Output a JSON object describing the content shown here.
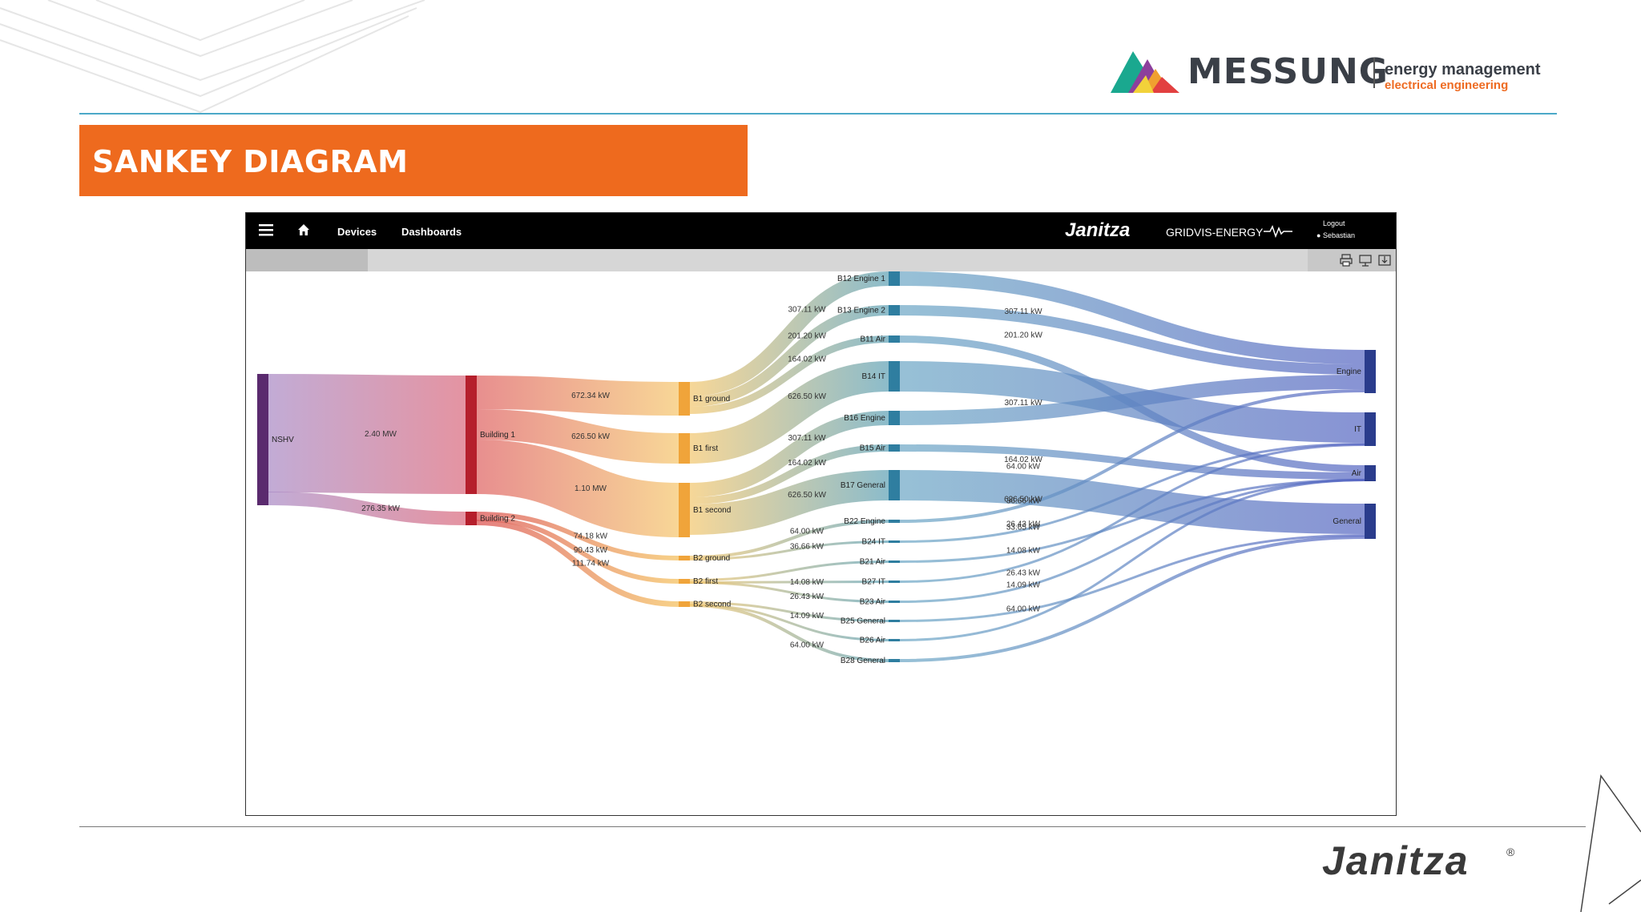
{
  "header": {
    "brand_name": "MESSUNG",
    "tagline_1": "energy management",
    "tagline_2": "electrical engineering"
  },
  "banner": {
    "title": "SANKEY DIAGRAM"
  },
  "app": {
    "nav": {
      "devices": "Devices",
      "dashboards": "Dashboards"
    },
    "brand": "Janitza",
    "product": "GRIDVIS-ENERGY",
    "logout": "Logout",
    "user": "Sebastian"
  },
  "footer": {
    "brand": "Janitza",
    "registered": "®"
  },
  "colors": {
    "accent": "#ee6a1e",
    "rule": "#4ba9c8",
    "navbar": "#000000"
  },
  "chart_data": {
    "type": "sankey",
    "nodes": [
      {
        "id": "NSHV",
        "label": "NSHV",
        "color": "#5a2a6e"
      },
      {
        "id": "B1",
        "label": "Building 1",
        "color": "#b51f2c"
      },
      {
        "id": "B2",
        "label": "Building 2",
        "color": "#b51f2c"
      },
      {
        "id": "B1G",
        "label": "B1 ground",
        "color": "#f0a43a"
      },
      {
        "id": "B1F",
        "label": "B1 first",
        "color": "#f0a43a"
      },
      {
        "id": "B1S",
        "label": "B1 second",
        "color": "#f0a43a"
      },
      {
        "id": "B2G",
        "label": "B2 ground",
        "color": "#f0a43a"
      },
      {
        "id": "B2F",
        "label": "B2 first",
        "color": "#f0a43a"
      },
      {
        "id": "B2S",
        "label": "B2 second",
        "color": "#f0a43a"
      },
      {
        "id": "B12",
        "label": "B12 Engine 1",
        "color": "#2f7ea0"
      },
      {
        "id": "B13",
        "label": "B13 Engine 2",
        "color": "#2f7ea0"
      },
      {
        "id": "B11",
        "label": "B11 Air",
        "color": "#2f7ea0"
      },
      {
        "id": "B14",
        "label": "B14 IT",
        "color": "#2f7ea0"
      },
      {
        "id": "B16",
        "label": "B16 Engine",
        "color": "#2f7ea0"
      },
      {
        "id": "B15",
        "label": "B15 Air",
        "color": "#2f7ea0"
      },
      {
        "id": "B17",
        "label": "B17 General",
        "color": "#2f7ea0"
      },
      {
        "id": "B22",
        "label": "B22 Engine",
        "color": "#2f7ea0"
      },
      {
        "id": "B24",
        "label": "B24 IT",
        "color": "#2f7ea0"
      },
      {
        "id": "B21",
        "label": "B21 Air",
        "color": "#2f7ea0"
      },
      {
        "id": "B27",
        "label": "B27 IT",
        "color": "#2f7ea0"
      },
      {
        "id": "B23",
        "label": "B23 Air",
        "color": "#2f7ea0"
      },
      {
        "id": "B25",
        "label": "B25 General",
        "color": "#2f7ea0"
      },
      {
        "id": "B26",
        "label": "B26 Air",
        "color": "#2f7ea0"
      },
      {
        "id": "B28",
        "label": "B28 General",
        "color": "#2f7ea0"
      },
      {
        "id": "ENG",
        "label": "Engine",
        "color": "#2a3c8c"
      },
      {
        "id": "IT",
        "label": "IT",
        "color": "#2a3c8c"
      },
      {
        "id": "AIR",
        "label": "Air",
        "color": "#2a3c8c"
      },
      {
        "id": "GEN",
        "label": "General",
        "color": "#2a3c8c"
      }
    ],
    "links": [
      {
        "source": "NSHV",
        "target": "B1",
        "value": "2.40 MW"
      },
      {
        "source": "NSHV",
        "target": "B2",
        "value": "276.35 kW"
      },
      {
        "source": "B1",
        "target": "B1G",
        "value": "672.34 kW"
      },
      {
        "source": "B1",
        "target": "B1F",
        "value": "626.50 kW"
      },
      {
        "source": "B1",
        "target": "B1S",
        "value": "1.10 MW"
      },
      {
        "source": "B2",
        "target": "B2G",
        "value": "74.18 kW"
      },
      {
        "source": "B2",
        "target": "B2F",
        "value": "90.43 kW"
      },
      {
        "source": "B2",
        "target": "B2S",
        "value": "111.74 kW"
      },
      {
        "source": "B1G",
        "target": "B12",
        "value": "307.11 kW"
      },
      {
        "source": "B1G",
        "target": "B13",
        "value": "201.20 kW"
      },
      {
        "source": "B1G",
        "target": "B11",
        "value": "164.02 kW"
      },
      {
        "source": "B1F",
        "target": "B14",
        "value": "626.50 kW"
      },
      {
        "source": "B1S",
        "target": "B16",
        "value": "307.11 kW"
      },
      {
        "source": "B1S",
        "target": "B15",
        "value": "164.02 kW"
      },
      {
        "source": "B1S",
        "target": "B17",
        "value": "626.50 kW"
      },
      {
        "source": "B2G",
        "target": "B22",
        "value": "64.00 kW"
      },
      {
        "source": "B2G",
        "target": "B24",
        "value": "36.66 kW"
      },
      {
        "source": "B2F",
        "target": "B21",
        "value": ""
      },
      {
        "source": "B2F",
        "target": "B27",
        "value": "14.08 kW"
      },
      {
        "source": "B2F",
        "target": "B23",
        "value": "26.43 kW"
      },
      {
        "source": "B2S",
        "target": "B25",
        "value": "14.09 kW"
      },
      {
        "source": "B2S",
        "target": "B26",
        "value": ""
      },
      {
        "source": "B2S",
        "target": "B28",
        "value": "64.00 kW"
      },
      {
        "source": "B12",
        "target": "ENG",
        "value": "307.11 kW"
      },
      {
        "source": "B13",
        "target": "ENG",
        "value": "201.20 kW"
      },
      {
        "source": "B11",
        "target": "AIR",
        "value": ""
      },
      {
        "source": "B14",
        "target": "IT",
        "value": ""
      },
      {
        "source": "B16",
        "target": "ENG",
        "value": "307.11 kW"
      },
      {
        "source": "B15",
        "target": "AIR",
        "value": "164.02 kW"
      },
      {
        "source": "B17",
        "target": "GEN",
        "value": "626.50 kW"
      },
      {
        "source": "B22",
        "target": "ENG",
        "value": "64.00 kW"
      },
      {
        "source": "B24",
        "target": "IT",
        "value": "36.66 kW"
      },
      {
        "source": "B21",
        "target": "AIR",
        "value": "33.65 kW"
      },
      {
        "source": "B27",
        "target": "IT",
        "value": "26.43 kW"
      },
      {
        "source": "B23",
        "target": "AIR",
        "value": "14.08 kW"
      },
      {
        "source": "B25",
        "target": "GEN",
        "value": "14.09 kW"
      },
      {
        "source": "B26",
        "target": "AIR",
        "value": "26.43 kW"
      },
      {
        "source": "B28",
        "target": "GEN",
        "value": "64.00 kW"
      }
    ]
  }
}
